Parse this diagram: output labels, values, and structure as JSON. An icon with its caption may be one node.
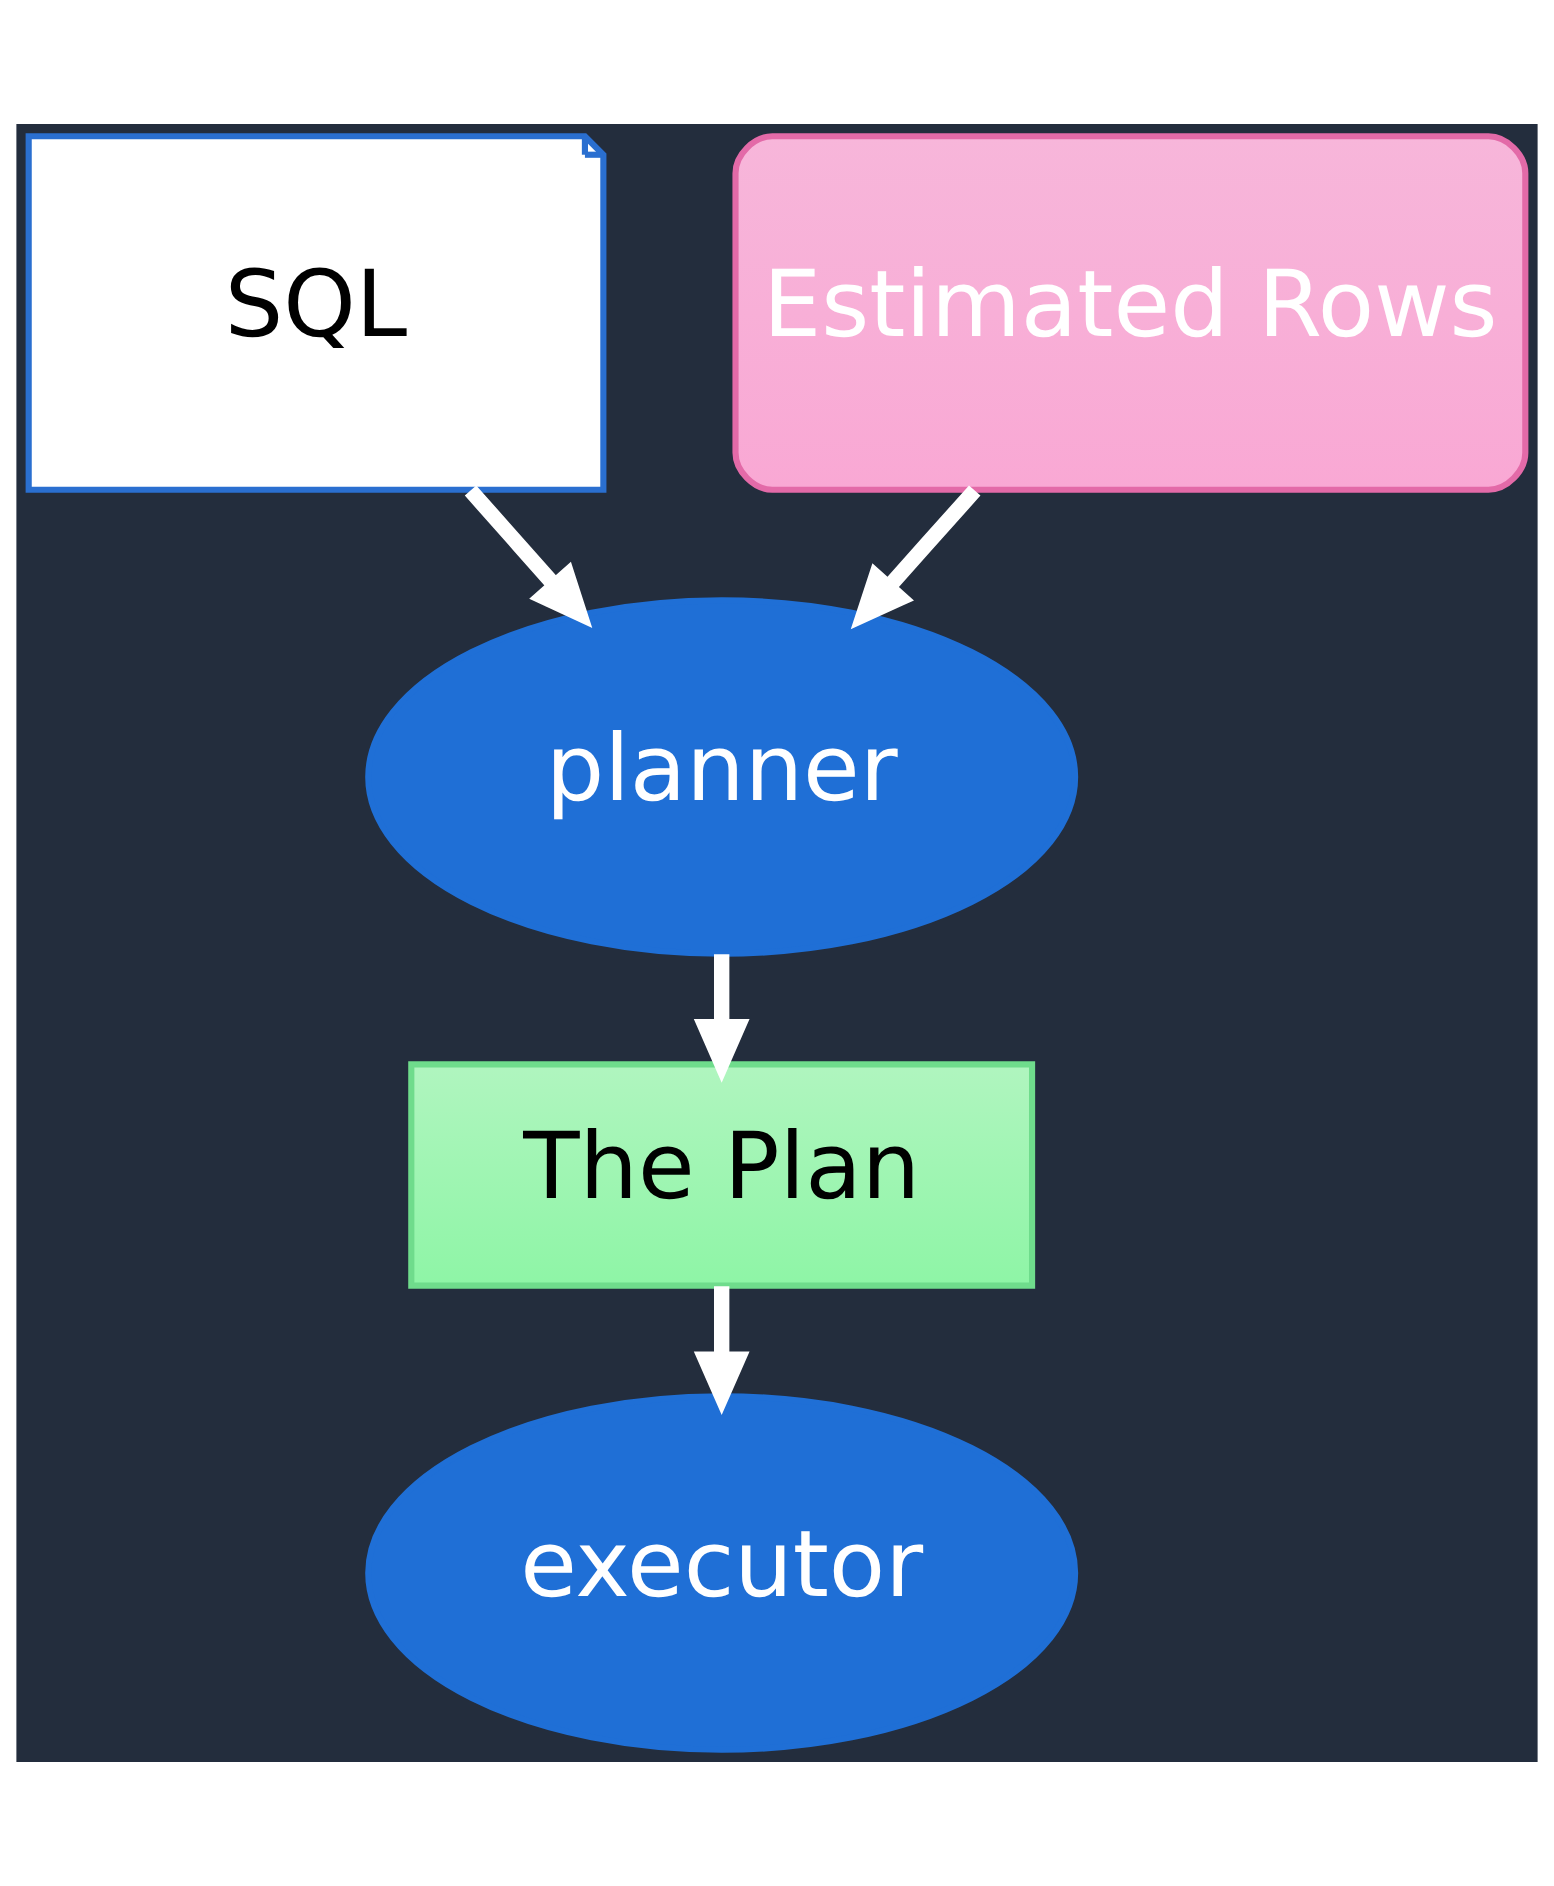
{
  "diagram": {
    "nodes": [
      {
        "text": [
          "SQL"
        ]
      },
      {
        "text": [
          "Estimated Rows"
        ]
      },
      {
        "text": [
          "planner"
        ]
      },
      {
        "text": [
          "The Plan"
        ]
      },
      {
        "text": [
          "executor"
        ]
      }
    ],
    "edges": [
      {
        "from": 0,
        "to": 2,
        "arrow": "to"
      },
      {
        "from": 1,
        "to": 2,
        "arrow": "to"
      },
      {
        "from": 2,
        "to": 3,
        "arrow": "to"
      },
      {
        "from": 3,
        "to": 4,
        "arrow": "to"
      }
    ]
  }
}
